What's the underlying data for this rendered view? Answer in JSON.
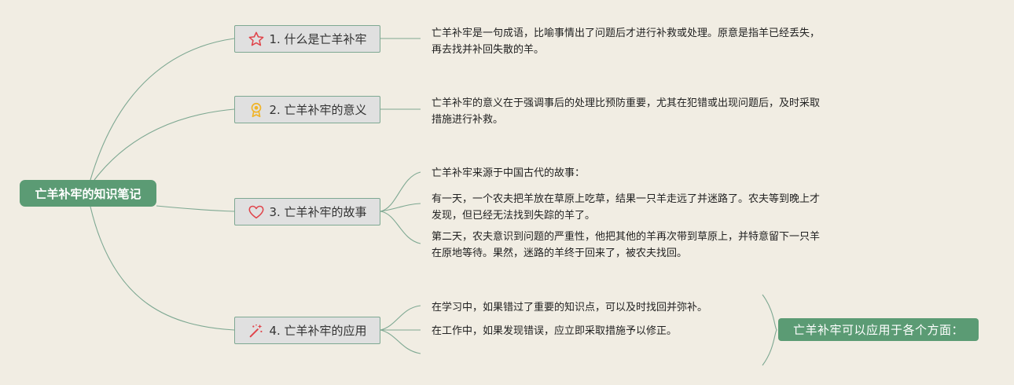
{
  "root": {
    "label": "亡羊补牢的知识笔记"
  },
  "branches": [
    {
      "label": "1. 什么是亡羊补牢",
      "icon": "star-outline-icon",
      "leaves": [
        "亡羊补牢是一句成语，比喻事情出了问题后才进行补救或处理。原意是指羊已经丢失，再去找并补回失散的羊。"
      ]
    },
    {
      "label": "2. 亡羊补牢的意义",
      "icon": "award-ribbon-icon",
      "leaves": [
        "亡羊补牢的意义在于强调事后的处理比预防重要，尤其在犯错或出现问题后，及时采取措施进行补救。"
      ]
    },
    {
      "label": "3. 亡羊补牢的故事",
      "icon": "heart-outline-icon",
      "leaves": [
        "亡羊补牢来源于中国古代的故事：",
        "有一天，一个农夫把羊放在草原上吃草，结果一只羊走远了并迷路了。农夫等到晚上才发现，但已经无法找到失踪的羊了。",
        "第二天，农夫意识到问题的严重性，他把其他的羊再次带到草原上，并特意留下一只羊在原地等待。果然，迷路的羊终于回来了，被农夫找回。"
      ]
    },
    {
      "label": "4. 亡羊补牢的应用",
      "icon": "magic-wand-icon",
      "leaves": [
        "在学习中，如果错过了重要的知识点，可以及时找回并弥补。",
        "在工作中，如果发现错误，应立即采取措施予以修正。",
        ""
      ]
    }
  ],
  "summary": {
    "label": "亡羊补牢可以应用于各个方面："
  },
  "colors": {
    "accent": "#5b9b74",
    "line": "#7ea892",
    "background": "#f1ede3",
    "icon_red": "#e0454b",
    "icon_gold": "#f0b429"
  }
}
